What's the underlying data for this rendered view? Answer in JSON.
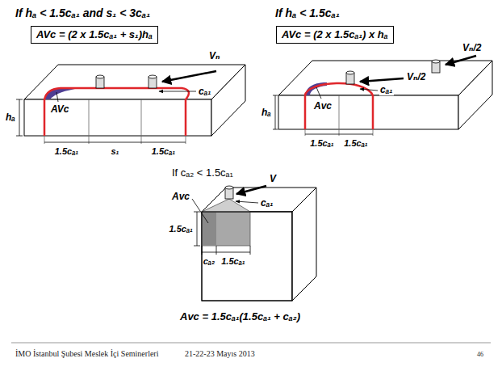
{
  "diagram": {
    "nodes": [
      {
        "text": [
          "AVc = (2 x 1.5cₐ₁ + s₁)hₐ"
        ]
      },
      {
        "text": [
          "AVc = (2 x 1.5cₐ₁) x hₐ"
        ]
      }
    ],
    "labels": [
      "If hₐ < 1.5cₐ₁ and s₁ < 3cₐ₁",
      "Vₙ",
      "hₐ",
      "AVc",
      "cₐ₁",
      "1.5cₐ₁",
      "s₁",
      "1.5cₐ₁",
      "If hₐ < 1.5cₐ₁",
      "Vₙ/2",
      "Vₙ/2",
      "Avc",
      "cₐ₁",
      "hₐ",
      "1.5cₐ₁",
      "1.5cₐ₁",
      "If cₐ₂ < 1.5cₐ₁",
      "V",
      "cₐ₁",
      "Avc",
      "1.5cₐ₁",
      "cₐ₂",
      "1.5cₐ₁",
      "Avc = 1.5cₐ₁(1.5cₐ₁ + cₐ₂)",
      "İMO İstanbul Şubesi Meslek İçi Seminerleri",
      "21-22-23 Mayıs 2013",
      "46"
    ]
  }
}
